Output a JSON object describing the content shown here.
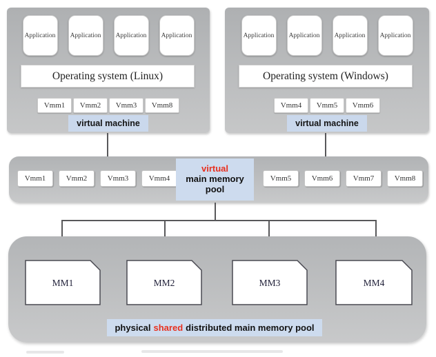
{
  "host_left": {
    "applications": [
      "Application",
      "Application",
      "Application",
      "Application"
    ],
    "os": "Operating system (Linux)",
    "vmms": [
      "Vmm1",
      "Vmm2",
      "Vmm3",
      "Vmm8"
    ],
    "tag": "virtual machine"
  },
  "host_right": {
    "applications": [
      "Application",
      "Application",
      "Application",
      "Application"
    ],
    "os": "Operating system (Windows)",
    "vmms": [
      "Vmm4",
      "Vmm5",
      "Vmm6"
    ],
    "tag": "virtual machine"
  },
  "virtual_pool": {
    "vmms_left": [
      "Vmm1",
      "Vmm2",
      "Vmm3",
      "Vmm4"
    ],
    "vmms_right": [
      "Vmm5",
      "Vmm6",
      "Vmm7",
      "Vmm8"
    ],
    "title_emphasis": "virtual",
    "title_rest": "main memory pool"
  },
  "physical_pool": {
    "modules": [
      "MM1",
      "MM2",
      "MM3",
      "MM4"
    ],
    "label_part1": "physical",
    "label_emphasis": "shared",
    "label_part2": "distributed main memory pool"
  },
  "colors": {
    "accent_red": "#e8301f",
    "label_blue": "#cddbee",
    "container_gray": "#b7b9bb",
    "connector_gray": "#58585a"
  }
}
